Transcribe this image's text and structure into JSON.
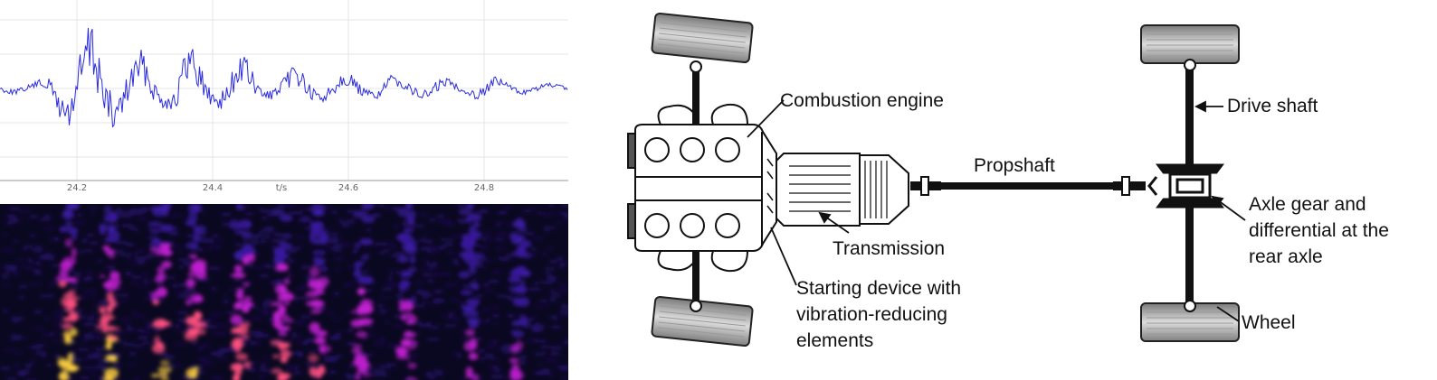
{
  "waveform": {
    "x_ticks": [
      "24.2",
      "24.4",
      "t/s",
      "24.6",
      "24.8"
    ],
    "line_color": "#2a2ae0"
  },
  "spectrogram": {
    "palette": [
      "#0a0820",
      "#3a1aa0",
      "#c020d0",
      "#ff5080",
      "#ffd040"
    ]
  },
  "diagram": {
    "labels": {
      "combustion_engine": "Combustion engine",
      "drive_shaft": "Drive shaft",
      "propshaft": "Propshaft",
      "axle_line1": "Axle gear and",
      "axle_line2": "differential at the",
      "axle_line3": "rear axle",
      "transmission": "Transmission",
      "starting_line1": "Starting device with",
      "starting_line2": "vibration-reducing",
      "starting_line3": "elements",
      "wheel": "Wheel"
    }
  }
}
